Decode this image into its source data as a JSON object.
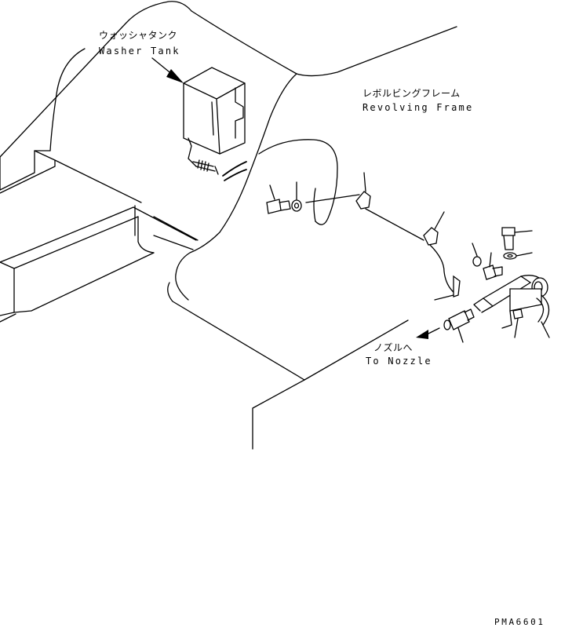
{
  "labels": {
    "washer_tank_jp": "ウォッシャタンク",
    "washer_tank_en": "Washer Tank",
    "revolving_frame_jp": "レボルビングフレーム",
    "revolving_frame_en": "Revolving Frame",
    "to_nozzle_jp": "ノズルへ",
    "to_nozzle_en": "To Nozzle",
    "drawing_code": "PMA6601"
  }
}
